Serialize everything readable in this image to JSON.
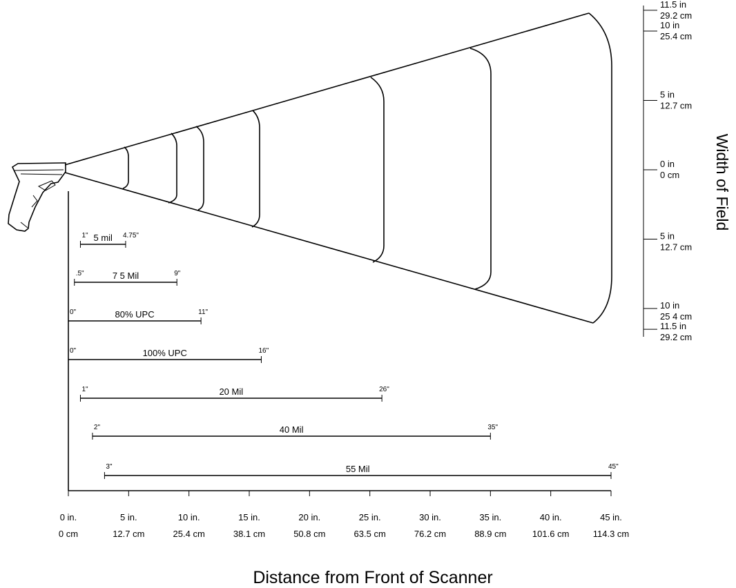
{
  "x_axis": {
    "title": "Distance from Front of Scanner",
    "ticks": [
      {
        "inch": "0 in.",
        "cm": "0 cm"
      },
      {
        "inch": "5 in.",
        "cm": "12.7 cm"
      },
      {
        "inch": "10 in.",
        "cm": "25.4 cm"
      },
      {
        "inch": "15 in.",
        "cm": "38.1 cm"
      },
      {
        "inch": "20 in.",
        "cm": "50.8 cm"
      },
      {
        "inch": "25 in.",
        "cm": "63.5 cm"
      },
      {
        "inch": "30 in.",
        "cm": "76.2 cm"
      },
      {
        "inch": "35 in.",
        "cm": "88.9 cm"
      },
      {
        "inch": "40 in.",
        "cm": "101.6 cm"
      },
      {
        "inch": "45 in.",
        "cm": "114.3 cm"
      }
    ]
  },
  "width_axis": {
    "title": "Width of Field",
    "ticks": [
      {
        "inch": "11.5 in",
        "cm": "29.2 cm",
        "value": 11.5
      },
      {
        "inch": "10 in",
        "cm": "25.4 cm",
        "value": 10
      },
      {
        "inch": "5 in",
        "cm": "12.7 cm",
        "value": 5
      },
      {
        "inch": "0 in",
        "cm": "0 cm",
        "value": 0
      },
      {
        "inch": "5 in",
        "cm": "12.7 cm",
        "value": -5
      },
      {
        "inch": "10 in",
        "cm": "25 4 cm",
        "value": -10
      },
      {
        "inch": "11.5 in",
        "cm": "29.2 cm",
        "value": -11.5
      }
    ]
  },
  "ranges": [
    {
      "name": "5 mil",
      "start_label": "1\"",
      "end_label": "4.75\"",
      "start": 1,
      "end": 4.75
    },
    {
      "name": "7 5 Mil",
      "start_label": ".5\"",
      "end_label": "9\"",
      "start": 0.5,
      "end": 9
    },
    {
      "name": "80% UPC",
      "start_label": "0\"",
      "end_label": "11\"",
      "start": 0,
      "end": 11
    },
    {
      "name": "100% UPC",
      "start_label": "0\"",
      "end_label": "16\"",
      "start": 0,
      "end": 16
    },
    {
      "name": "20 Mil",
      "start_label": "1\"",
      "end_label": "26\"",
      "start": 1,
      "end": 26
    },
    {
      "name": "40  Mil",
      "start_label": "2\"",
      "end_label": "35\"",
      "start": 2,
      "end": 35
    },
    {
      "name": "55 Mil",
      "start_label": "3\"",
      "end_label": "45\"",
      "start": 3,
      "end": 45
    }
  ],
  "colors": {
    "line": "#000000",
    "background": "#ffffff"
  },
  "icon": "handheld-scanner-icon"
}
